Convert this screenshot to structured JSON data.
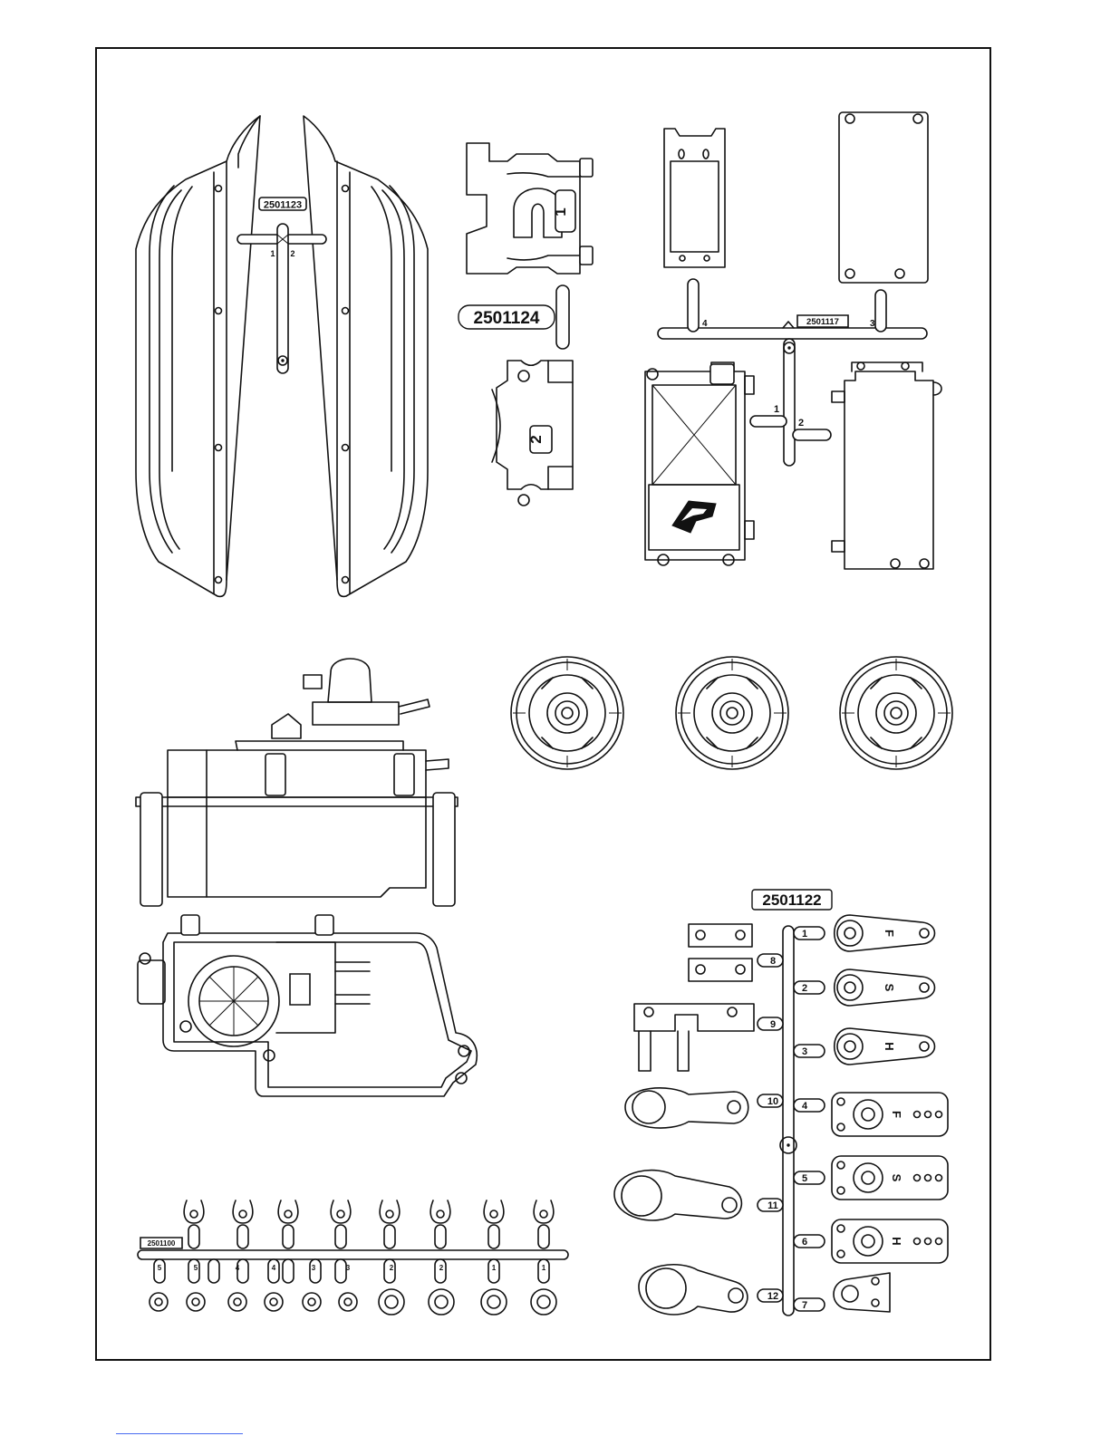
{
  "parts": {
    "p2501123": {
      "code": "2501123",
      "gate_labels": [
        "1",
        "2"
      ]
    },
    "p2501124": {
      "code": "2501124",
      "gate_labels": [
        "1",
        "2"
      ]
    },
    "p2501117": {
      "code": "2501117",
      "gate_labels": [
        "4",
        "3",
        "1",
        "2"
      ]
    },
    "p2501122": {
      "code": "2501122",
      "gate_labels": [
        "1",
        "2",
        "3",
        "4",
        "5",
        "6",
        "7",
        "8",
        "9",
        "10",
        "11",
        "12"
      ],
      "horn_letters": [
        "F",
        "S",
        "H",
        "F",
        "S",
        "H"
      ]
    },
    "p2501100": {
      "code": "2501100",
      "gate_labels": [
        "5",
        "5",
        "4",
        "4",
        "3",
        "3",
        "2",
        "2",
        "1",
        "1"
      ]
    }
  },
  "colors": {
    "line": "#111111",
    "background": "#ffffff",
    "footer_rule": "#4a6cf0"
  }
}
